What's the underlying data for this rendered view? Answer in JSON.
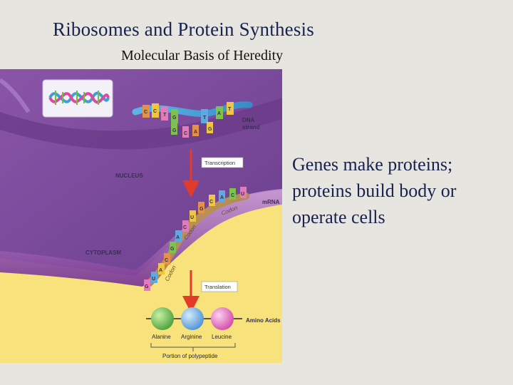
{
  "slide": {
    "title": "Ribosomes and Protein Synthesis",
    "subtitle": "Molecular Basis of Heredity",
    "bullet_text": "Genes make proteins; proteins build body or operate cells"
  },
  "figure": {
    "dna_label_line1": "DNA",
    "dna_label_line2": "strand",
    "nucleus_label": "NUCLEUS",
    "cytoplasm_label": "CYTOPLASM",
    "transcription_label": "Transcription",
    "translation_label": "Translation",
    "mrna_label": "mRNA",
    "codon_label": "Codon",
    "amino_acids_label": "Amino Acids",
    "polypeptide_label": "Portion of polypeptide",
    "dna_bases_top": [
      "C",
      "C",
      "T",
      "G",
      "T",
      "A",
      "T"
    ],
    "dna_bases_bottom": [
      "G",
      "C",
      "A",
      "G"
    ],
    "mrna_bases": [
      "U",
      "C",
      "A",
      "C",
      "G",
      "U",
      "C",
      "A",
      "G",
      "C",
      "A",
      "U",
      "G"
    ],
    "amino_acids": [
      {
        "name": "Alanine",
        "color": "#6cc04a"
      },
      {
        "name": "Arginine",
        "color": "#6aa7e0"
      },
      {
        "name": "Leucine",
        "color": "#e86ac0"
      }
    ]
  }
}
